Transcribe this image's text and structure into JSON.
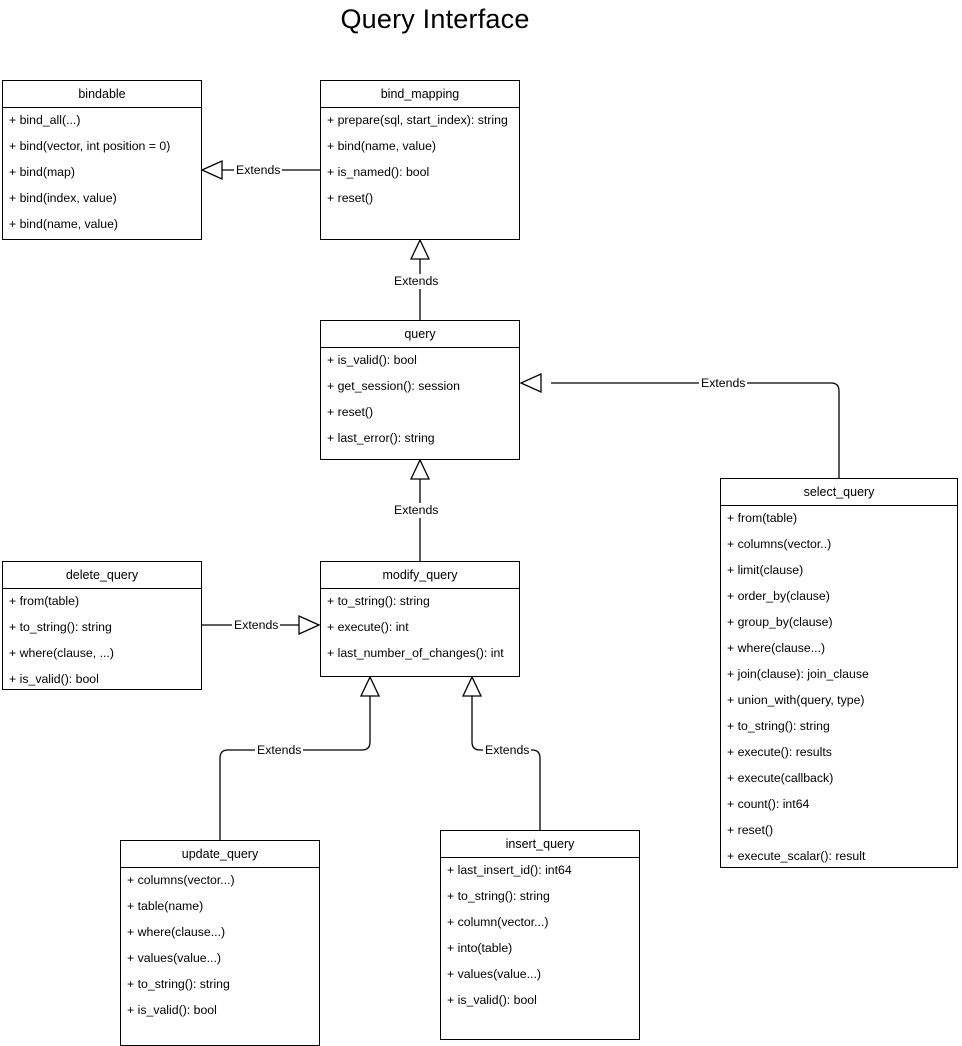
{
  "title": "Query Interface",
  "diagram": {
    "kind": "uml-class-diagram",
    "relationship_label": "Extends"
  },
  "classes": {
    "bindable": {
      "name": "bindable",
      "members": [
        "+ bind_all(...)",
        "+ bind(vector, int position = 0)",
        "+ bind(map)",
        "+ bind(index, value)",
        "+ bind(name, value)"
      ]
    },
    "bind_mapping": {
      "name": "bind_mapping",
      "members": [
        "+ prepare(sql, start_index): string",
        "+ bind(name, value)",
        "+ is_named(): bool",
        "+ reset()"
      ]
    },
    "query": {
      "name": "query",
      "members": [
        "+ is_valid(): bool",
        "+ get_session(): session",
        "+ reset()",
        "+ last_error(): string"
      ]
    },
    "select_query": {
      "name": "select_query",
      "members": [
        "+ from(table)",
        "+ columns(vector..)",
        "+ limit(clause)",
        "+ order_by(clause)",
        "+ group_by(clause)",
        "+ where(clause...)",
        "+ join(clause): join_clause",
        "+ union_with(query, type)",
        "+ to_string(): string",
        "+ execute(): results",
        "+ execute(callback)",
        "+ count(): int64",
        "+ reset()",
        "+ execute_scalar(): result"
      ]
    },
    "delete_query": {
      "name": "delete_query",
      "members": [
        "+ from(table)",
        "+ to_string(): string",
        "+ where(clause, ...)",
        "+ is_valid(): bool"
      ]
    },
    "modify_query": {
      "name": "modify_query",
      "members": [
        "+ to_string(): string",
        "+ execute(): int",
        "+ last_number_of_changes(): int"
      ]
    },
    "update_query": {
      "name": "update_query",
      "members": [
        "+ columns(vector...)",
        "+ table(name)",
        "+ where(clause...)",
        "+ values(value...)",
        "+ to_string(): string",
        "+ is_valid(): bool"
      ]
    },
    "insert_query": {
      "name": "insert_query",
      "members": [
        "+ last_insert_id(): int64",
        "+ to_string(): string",
        "+ column(vector...)",
        "+ into(table)",
        "+ values(value...)",
        "+ is_valid(): bool"
      ]
    }
  },
  "relations": [
    {
      "from": "bind_mapping",
      "to": "bindable",
      "label": "Extends"
    },
    {
      "from": "query",
      "to": "bind_mapping",
      "label": "Extends"
    },
    {
      "from": "select_query",
      "to": "query",
      "label": "Extends"
    },
    {
      "from": "modify_query",
      "to": "query",
      "label": "Extends"
    },
    {
      "from": "delete_query",
      "to": "modify_query",
      "label": "Extends"
    },
    {
      "from": "update_query",
      "to": "modify_query",
      "label": "Extends"
    },
    {
      "from": "insert_query",
      "to": "modify_query",
      "label": "Extends"
    }
  ],
  "colors": {
    "background": "#ffffff",
    "stroke": "#000000",
    "text": "#000000"
  }
}
